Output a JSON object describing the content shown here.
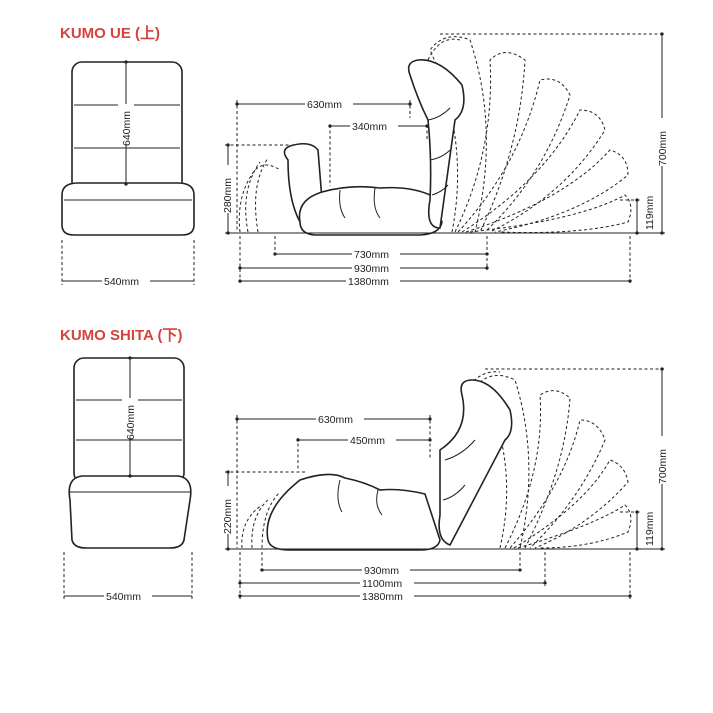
{
  "colors": {
    "title": "#d6423c",
    "ink": "#222222"
  },
  "ue": {
    "title": "KUMO UE (上)",
    "front_height": "640mm",
    "front_width": "540mm",
    "seat_depth_outer": "630mm",
    "seat_depth_inner": "340mm",
    "side_height": "280mm",
    "total_height": "700mm",
    "leg_height": "119mm",
    "len_a": "730mm",
    "len_b": "930mm",
    "len_c": "1380mm"
  },
  "shita": {
    "title": "KUMO SHITA (下)",
    "front_height": "640mm",
    "front_width": "540mm",
    "seat_depth_outer": "630mm",
    "seat_depth_inner": "450mm",
    "side_height": "220mm",
    "total_height": "700mm",
    "leg_height": "119mm",
    "len_a": "930mm",
    "len_b": "1100mm",
    "len_c": "1380mm"
  }
}
